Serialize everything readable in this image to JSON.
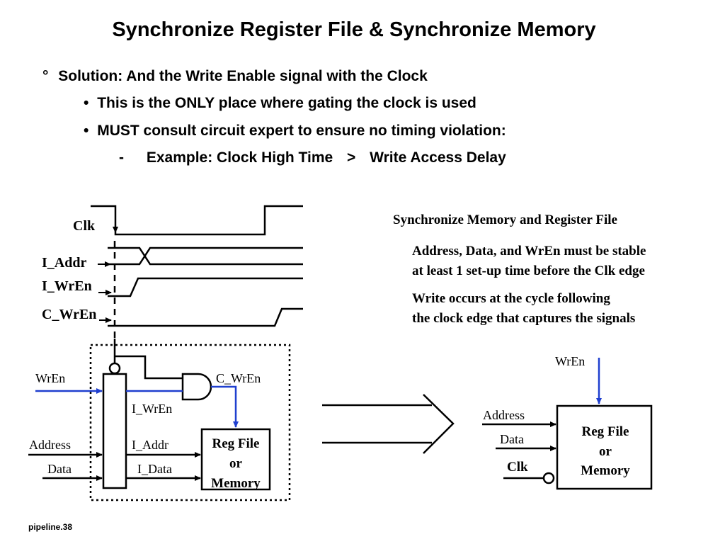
{
  "title": "Synchronize Register File & Synchronize Memory",
  "bullets": {
    "l1_marker": "°",
    "l1": "Solution: And the Write Enable signal with the Clock",
    "l2_marker": "•",
    "l2a": "This is the ONLY place where gating the clock is used",
    "l2b": "MUST consult circuit expert to ensure no timing violation:",
    "l3_marker": "-",
    "l3_part1": "Example: Clock High Time",
    "l3_gt": ">",
    "l3_part2": "Write Access Delay"
  },
  "timing": {
    "clk": "Clk",
    "iaddr": "I_Addr",
    "iwren": "I_WrEn",
    "cwren": "C_WrEn"
  },
  "notes": {
    "heading": "Synchronize Memory  and Register File",
    "p1_line1": "Address, Data, and WrEn must be stable",
    "p1_line2": "at least 1 set-up time before the Clk edge",
    "p2_line1": "Write occurs at the cycle following",
    "p2_line2": "the clock edge that captures the signals"
  },
  "circuit": {
    "wren": "WrEn",
    "address": "Address",
    "data": "Data",
    "c_wren": "C_WrEn",
    "i_wren": "I_WrEn",
    "i_addr": "I_Addr",
    "i_data": "I_Data",
    "reg_line1": "Reg File",
    "reg_line2": "or",
    "reg_line3": "Memory"
  },
  "block": {
    "wren": "WrEn",
    "address": "Address",
    "data": "Data",
    "clk": "Clk",
    "reg_line1": "Reg File",
    "reg_line2": "or",
    "reg_line3": "Memory"
  },
  "footer": "pipeline.38",
  "colors": {
    "signal_blue": "#1f3fcf",
    "ink": "#000000"
  }
}
